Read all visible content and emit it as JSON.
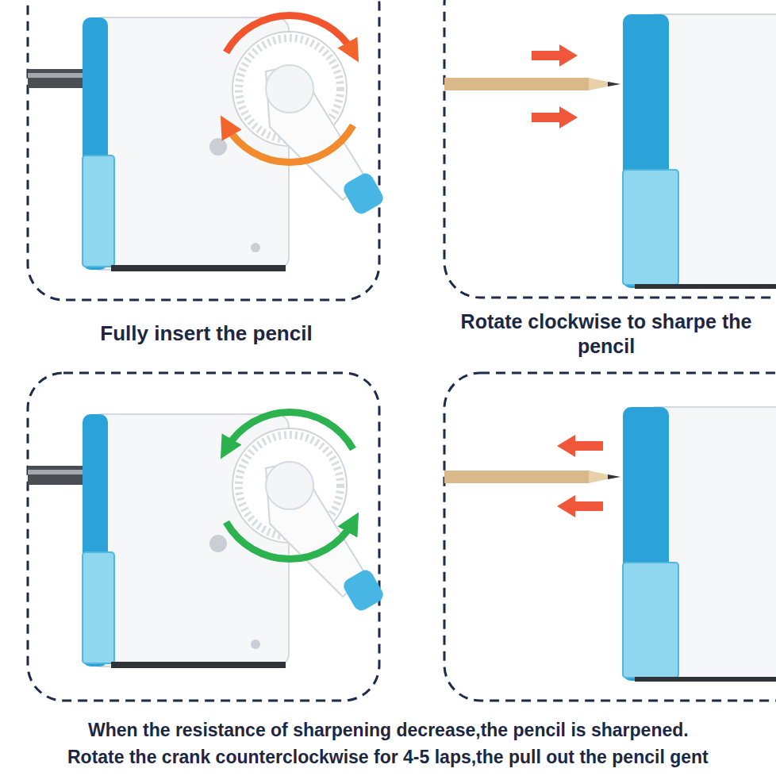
{
  "diagram": {
    "labels": [
      "Fully insert the pencil",
      "Rotate clockwise to sharpe the pencil",
      "When the resistance of sharpening decrease,the pencil is sharpened.",
      "Rotate the crank counterclockwise for 4-5 laps,the pull out the pencil gent"
    ]
  }
}
